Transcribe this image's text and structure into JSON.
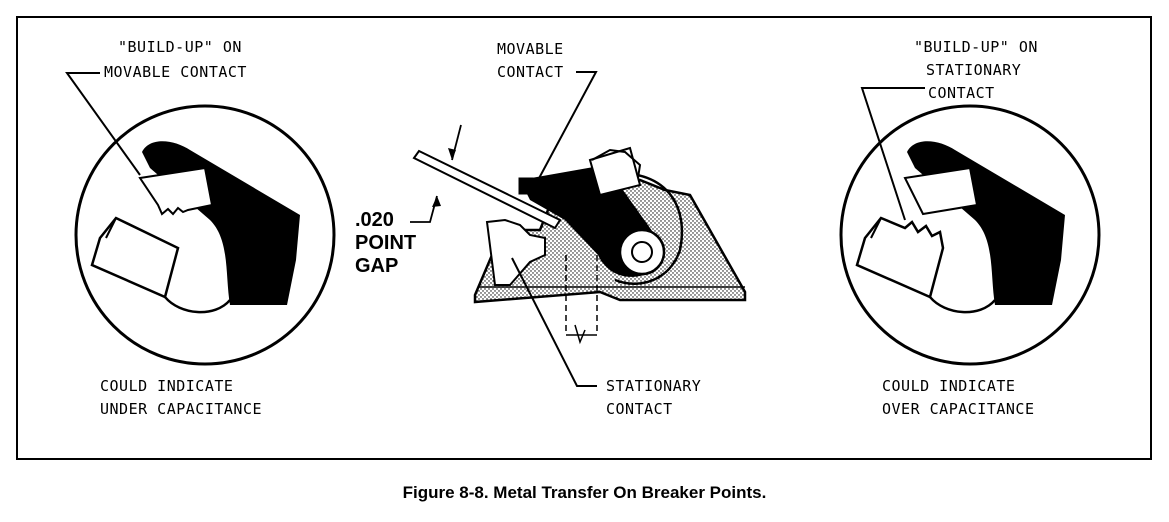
{
  "labels": {
    "left_buildup_line1": "\"BUILD-UP\" ON",
    "left_buildup_line2": "MOVABLE CONTACT",
    "movable_line1": "MOVABLE",
    "movable_line2": "CONTACT",
    "right_buildup_line1": "\"BUILD-UP\" ON",
    "right_buildup_line2": "STATIONARY",
    "right_buildup_line3": "CONTACT",
    "gap_line1": ".020",
    "gap_line2": "POINT",
    "gap_line3": "GAP",
    "stationary_line1": "STATIONARY",
    "stationary_line2": "CONTACT",
    "left_note_line1": "COULD INDICATE",
    "left_note_line2": "UNDER CAPACITANCE",
    "right_note_line1": "COULD INDICATE",
    "right_note_line2": "OVER CAPACITANCE"
  },
  "caption": "Figure 8-8. Metal Transfer On Breaker Points."
}
